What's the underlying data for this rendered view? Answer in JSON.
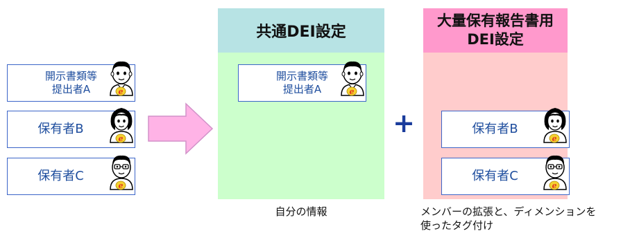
{
  "left_cards": [
    {
      "line1": "開示書類等",
      "line2": "提出者A"
    },
    {
      "line1": "保有者B"
    },
    {
      "line1": "保有者C"
    }
  ],
  "middle": {
    "header": "共通DEI設定",
    "card": {
      "line1": "開示書類等",
      "line2": "提出者A"
    },
    "caption": "自分の情報"
  },
  "plus": "+",
  "right": {
    "header_line1": "大量保有報告書用",
    "header_line2": "DEI設定",
    "cards": [
      {
        "line1": "保有者B"
      },
      {
        "line1": "保有者C"
      }
    ],
    "caption_line1": "メンバーの拡張と、ディメンションを",
    "caption_line2": "使ったタグ付け"
  },
  "colors": {
    "middle_header_bg": "#b7e3e4",
    "middle_body_bg": "#ccffcc",
    "right_header_bg": "#ff99cc",
    "right_body_bg": "#ffcccc",
    "card_border": "#3a64c8",
    "card_text": "#1f4e9e",
    "arrow_fill": "#ffb3e6",
    "plus_color": "#1a3c9c",
    "ie_badge": "#f5d230"
  }
}
